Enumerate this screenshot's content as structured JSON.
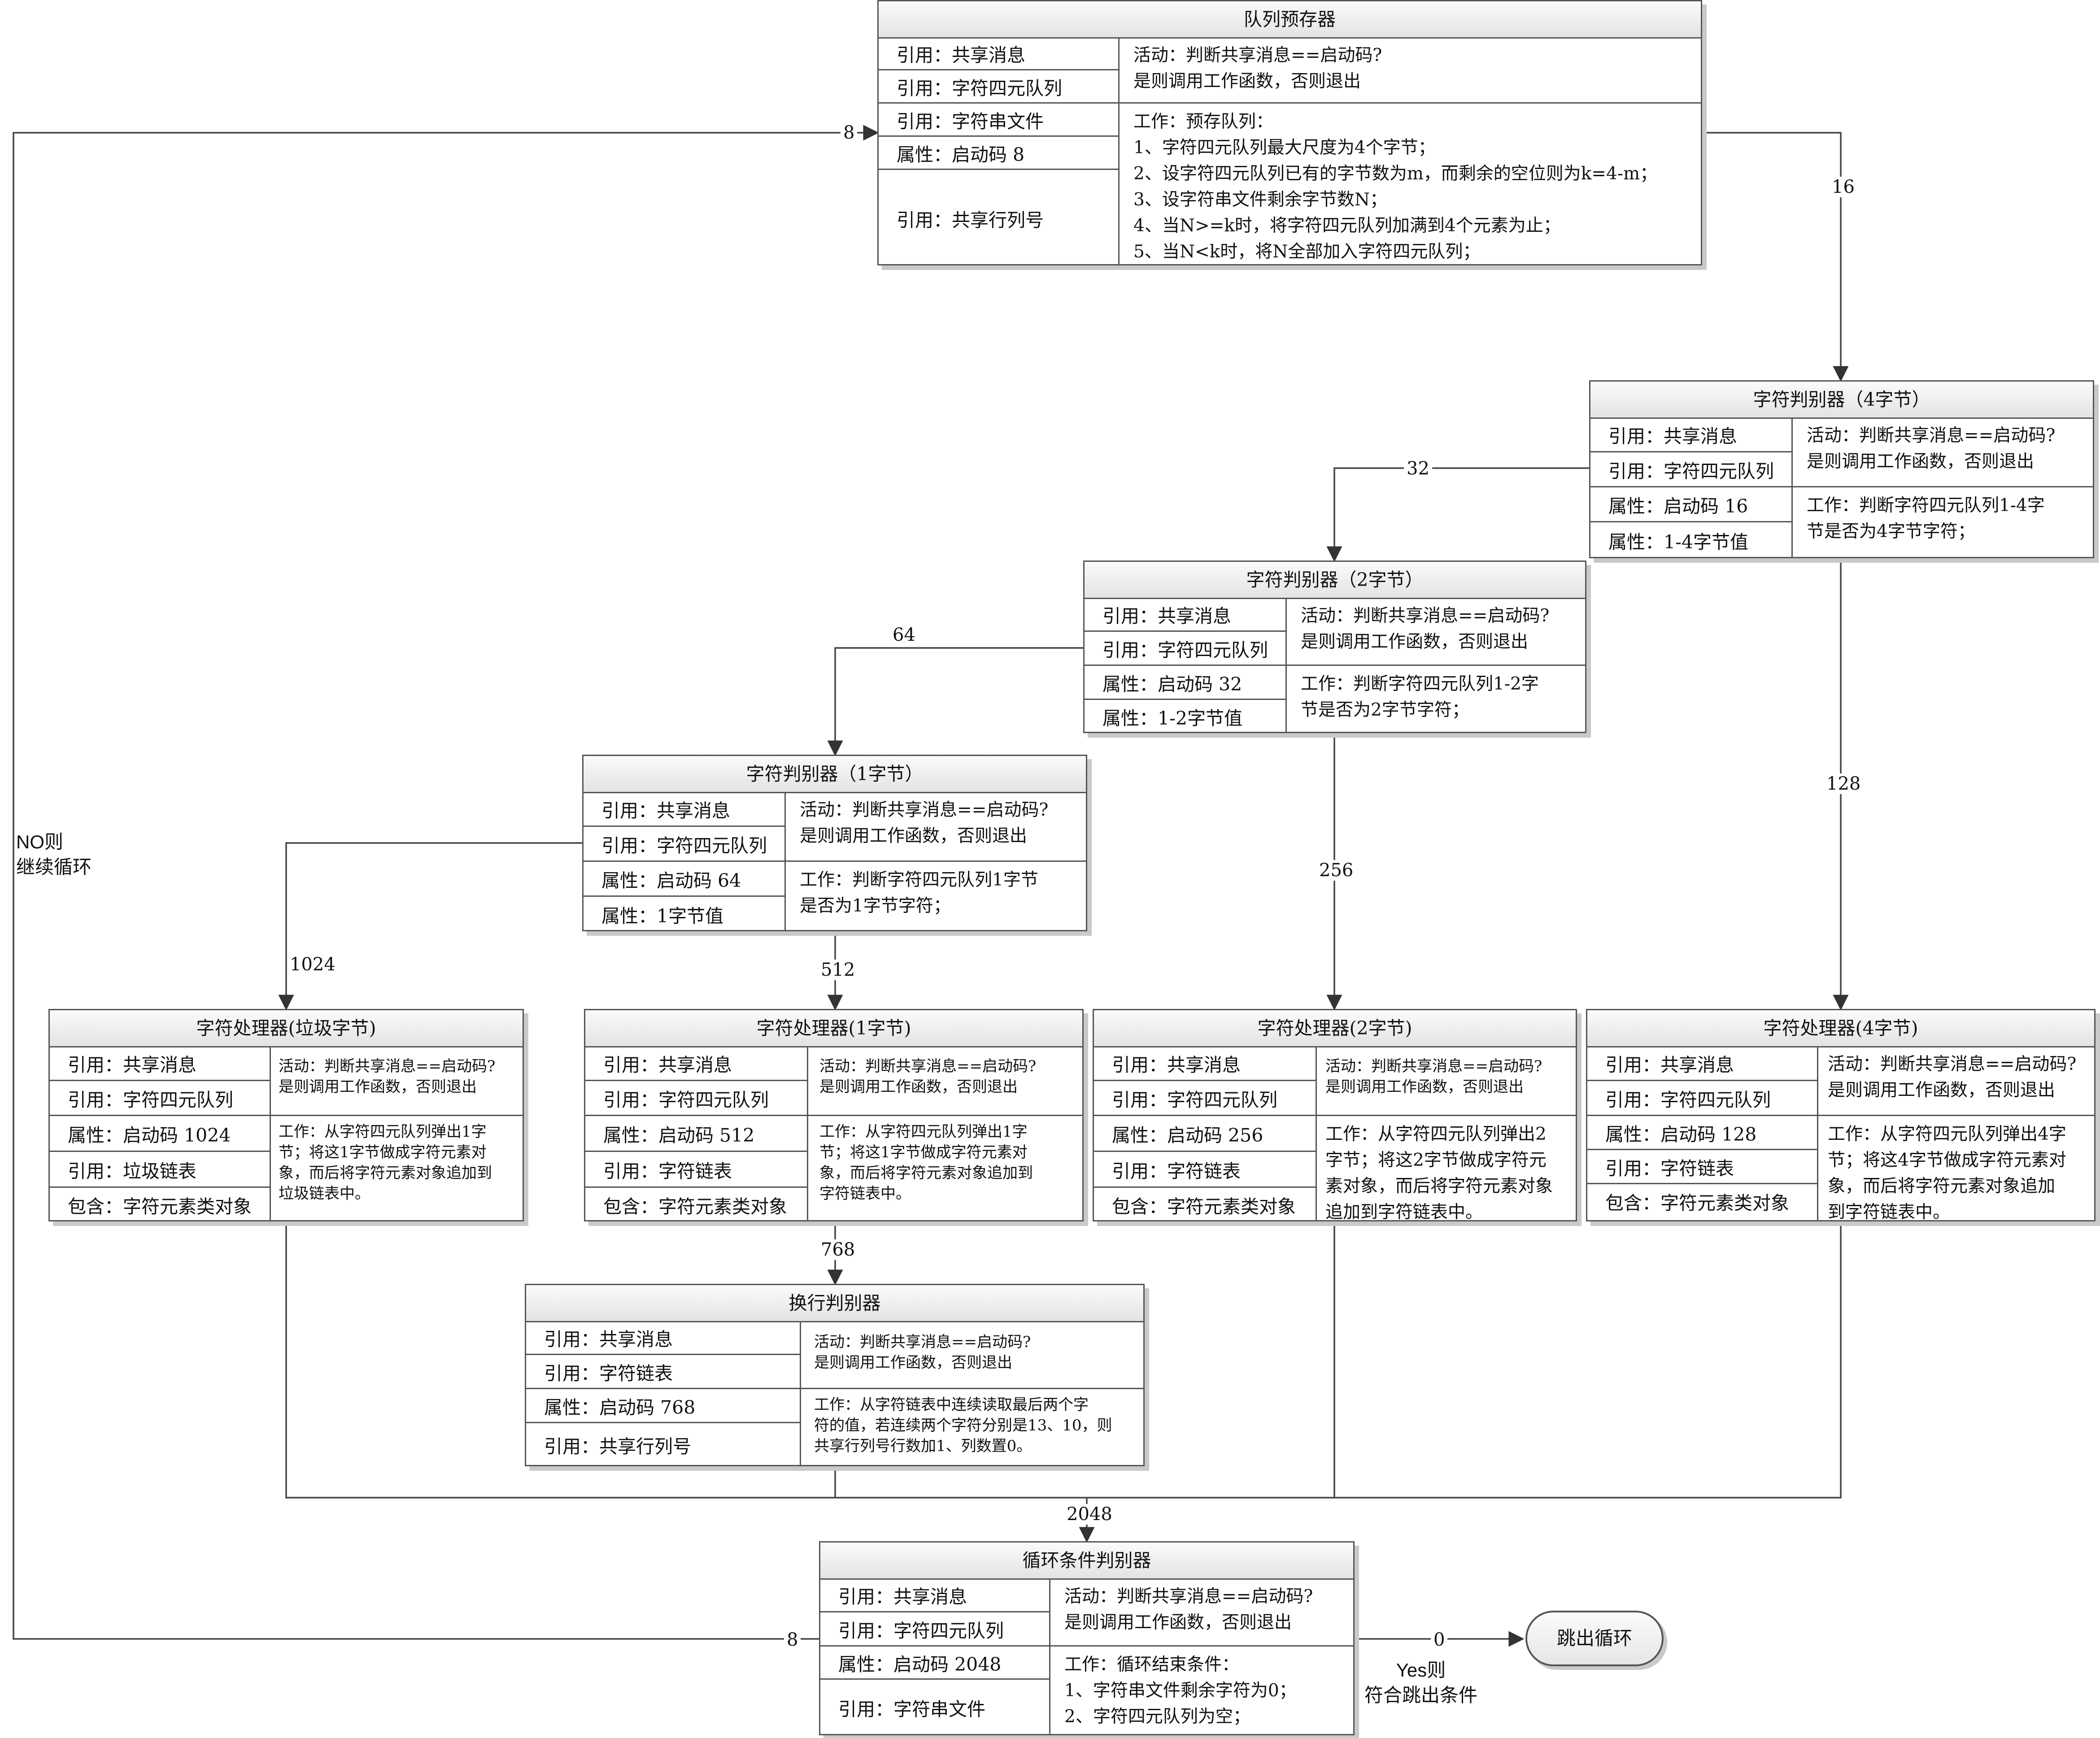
{
  "diagram": {
    "queue_prestore": {
      "title": "队列预存器",
      "rows": [
        "引用：共享消息",
        "引用：字符四元队列",
        "引用：字符串文件",
        "属性：启动码  8",
        "引用：共享行列号"
      ],
      "activity": "活动：判断共享消息==启动码?\n是则调用工作函数，否则退出",
      "work": "工作：预存队列：\n1、字符四元队列最大尺度为4个字节；\n2、设字符四元队列已有的字节数为m，而剩余的空位则为k=4-m；\n3、设字符串文件剩余字节数N；\n4、当N>=k时，将字符四元队列加满到4个元素为止；\n5、当N<k时，将N全部加入字符四元队列；"
    },
    "judge_4": {
      "title": "字符判别器（4字节）",
      "rows": [
        "引用：共享消息",
        "引用：字符四元队列",
        "属性：启动码  16",
        "属性：1-4字节值"
      ],
      "activity": "活动：判断共享消息==启动码?\n是则调用工作函数，否则退出",
      "work": "工作：判断字符四元队列1-4字\n节是否为4字节字符；"
    },
    "judge_2": {
      "title": "字符判别器（2字节）",
      "rows": [
        "引用：共享消息",
        "引用：字符四元队列",
        "属性：启动码  32",
        "属性：1-2字节值"
      ],
      "activity": "活动：判断共享消息==启动码?\n是则调用工作函数，否则退出",
      "work": "工作：判断字符四元队列1-2字\n节是否为2字节字符；"
    },
    "judge_1": {
      "title": "字符判别器（1字节）",
      "rows": [
        "引用：共享消息",
        "引用：字符四元队列",
        "属性：启动码  64",
        "属性：1字节值"
      ],
      "activity": "活动：判断共享消息==启动码?\n是则调用工作函数，否则退出",
      "work": "工作：判断字符四元队列1字节\n是否为1字节字符；"
    },
    "proc_garbage": {
      "title": "字符处理器(垃圾字节)",
      "rows": [
        "引用：共享消息",
        "引用：字符四元队列",
        "属性：启动码  1024",
        "引用：垃圾链表",
        "包含：字符元素类对象"
      ],
      "activity": "活动：判断共享消息==启动码?\n是则调用工作函数，否则退出",
      "work": "工作：从字符四元队列弹出1字\n节；将这1字节做成字符元素对\n象，而后将字符元素对象追加到\n垃圾链表中。"
    },
    "proc_1": {
      "title": "字符处理器(1字节)",
      "rows": [
        "引用：共享消息",
        "引用：字符四元队列",
        "属性：启动码  512",
        "引用：字符链表",
        "包含：字符元素类对象"
      ],
      "activity": "活动：判断共享消息==启动码?\n是则调用工作函数，否则退出",
      "work": "工作：从字符四元队列弹出1字\n节；将这1字节做成字符元素对\n象，而后将字符元素对象追加到\n字符链表中。"
    },
    "proc_2": {
      "title": "字符处理器(2字节)",
      "rows": [
        "引用：共享消息",
        "引用：字符四元队列",
        "属性：启动码  256",
        "引用：字符链表",
        "包含：字符元素类对象"
      ],
      "activity": "活动：判断共享消息==启动码?\n是则调用工作函数，否则退出",
      "work": "工作：从字符四元队列弹出2\n字节；将这2字节做成字符元\n素对象，而后将字符元素对象\n追加到字符链表中。"
    },
    "proc_4": {
      "title": "字符处理器(4字节)",
      "rows": [
        "引用：共享消息",
        "引用：字符四元队列",
        "属性：启动码  128",
        "引用：字符链表",
        "包含：字符元素类对象"
      ],
      "activity": "活动：判断共享消息==启动码?\n是则调用工作函数，否则退出",
      "work": "工作：从字符四元队列弹出4字\n节；将这4字节做成字符元素对\n象，而后将字符元素对象追加\n到字符链表中。"
    },
    "newline_judge": {
      "title": "换行判别器",
      "rows": [
        "引用：共享消息",
        "引用：字符链表",
        "属性：启动码  768",
        "引用：共享行列号"
      ],
      "activity": "活动：判断共享消息==启动码?\n是则调用工作函数，否则退出",
      "work": "工作：从字符链表中连续读取最后两个字\n符的值，若连续两个字符分别是13、10，则\n共享行列号行数加1、列数置0。"
    },
    "loop_judge": {
      "title": "循环条件判别器",
      "rows": [
        "引用：共享消息",
        "引用：字符四元队列",
        "属性：启动码  2048",
        "引用：字符串文件"
      ],
      "activity": "活动：判断共享消息==启动码?\n是则调用工作函数，否则退出",
      "work": "工作：循环结束条件：\n1、字符串文件剩余字符为0；\n2、字符四元队列为空；"
    },
    "terminal": "跳出循环",
    "edge_labels": {
      "e8_top": "8",
      "e16": "16",
      "e32": "32",
      "e64": "64",
      "e128": "128",
      "e256": "256",
      "e512": "512",
      "e1024": "1024",
      "e768": "768",
      "e2048": "2048",
      "e8_bottom": "8",
      "e0": "0"
    },
    "notes": {
      "no_loop": "NO则\n继续循环",
      "yes_exit": "Yes则\n符合跳出条件"
    }
  }
}
